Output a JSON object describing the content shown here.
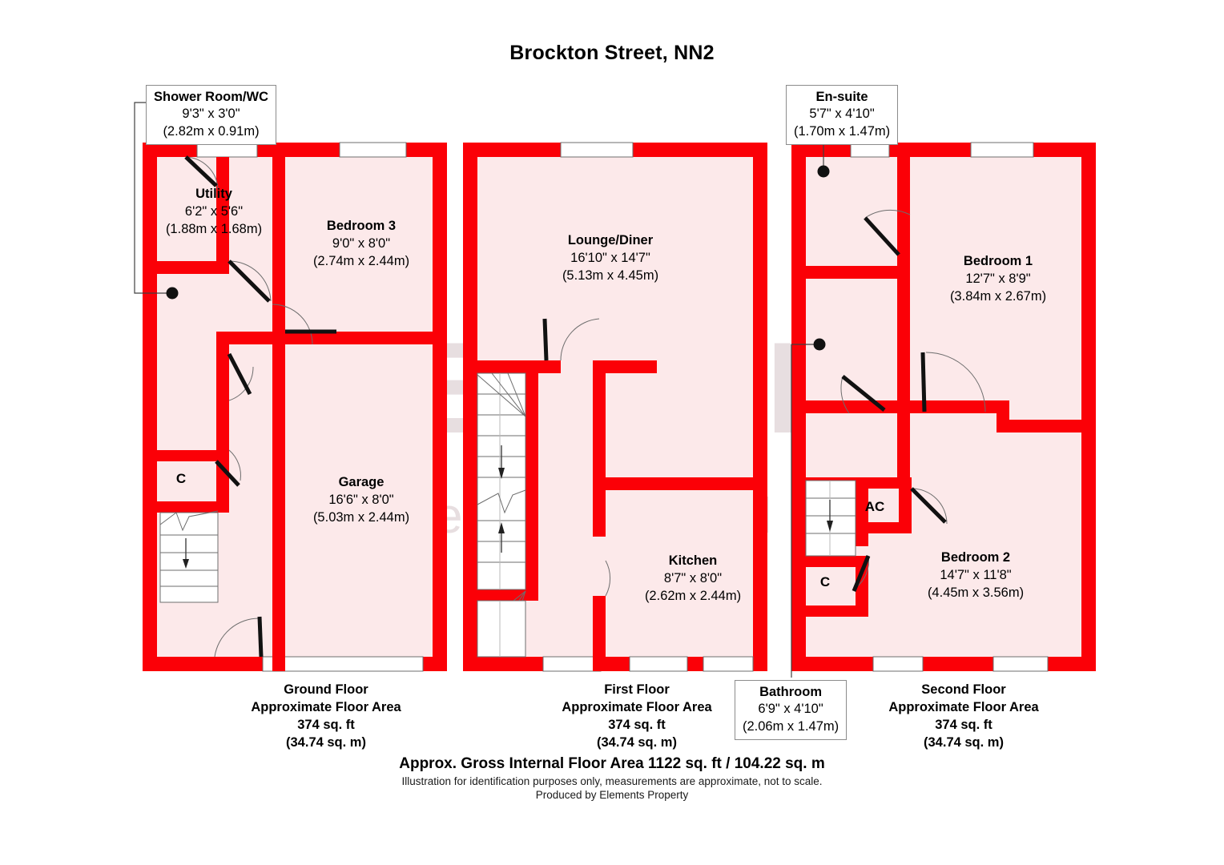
{
  "title": "Brockton Street, NN2",
  "colors": {
    "wall": "#FB0007",
    "room_fill": "#FCE9EA",
    "window": "#FFFFFF",
    "door": "#111111",
    "callout_border": "#8C8C8C",
    "watermark": "#E7DEE0",
    "text": "#000000"
  },
  "watermark": {
    "brand": "BELVOIR !",
    "tagline": "Property is personal"
  },
  "callouts": [
    {
      "id": "shower-room-wc",
      "name": "Shower Room/WC",
      "imperial": "9'3\" x 3'0\"",
      "metric": "(2.82m x 0.91m)"
    },
    {
      "id": "en-suite",
      "name": "En-suite",
      "imperial": "5'7\" x 4'10\"",
      "metric": "(1.70m x 1.47m)"
    },
    {
      "id": "bathroom",
      "name": "Bathroom",
      "imperial": "6'9\" x 4'10\"",
      "metric": "(2.06m x 1.47m)"
    }
  ],
  "rooms": [
    {
      "id": "utility",
      "name": "Utility",
      "imperial": "6'2\" x 5'6\"",
      "metric": "(1.88m x 1.68m)"
    },
    {
      "id": "bedroom-3",
      "name": "Bedroom 3",
      "imperial": "9'0\" x 8'0\"",
      "metric": "(2.74m x 2.44m)"
    },
    {
      "id": "garage",
      "name": "Garage",
      "imperial": "16'6\" x 8'0\"",
      "metric": "(5.03m x 2.44m)"
    },
    {
      "id": "lounge-diner",
      "name": "Lounge/Diner",
      "imperial": "16'10\" x 14'7\"",
      "metric": "(5.13m x 4.45m)"
    },
    {
      "id": "kitchen",
      "name": "Kitchen",
      "imperial": "8'7\" x 8'0\"",
      "metric": "(2.62m x 2.44m)"
    },
    {
      "id": "bedroom-1",
      "name": "Bedroom 1",
      "imperial": "12'7\" x 8'9\"",
      "metric": "(3.84m x 2.67m)"
    },
    {
      "id": "bedroom-2",
      "name": "Bedroom 2",
      "imperial": "14'7\" x 11'8\"",
      "metric": "(4.45m x 3.56m)"
    }
  ],
  "tags": [
    {
      "id": "cupboard-ground",
      "label": "C"
    },
    {
      "id": "airing-cupboard",
      "label": "AC"
    },
    {
      "id": "cupboard-second",
      "label": "C"
    }
  ],
  "floors": [
    {
      "id": "ground-floor",
      "name": "Ground Floor",
      "area_caption": "Approximate Floor Area",
      "area_sqft": "374 sq. ft",
      "area_sqm": "(34.74 sq. m)"
    },
    {
      "id": "first-floor",
      "name": "First Floor",
      "area_caption": "Approximate Floor Area",
      "area_sqft": "374 sq. ft",
      "area_sqm": "(34.74 sq. m)"
    },
    {
      "id": "second-floor",
      "name": "Second Floor",
      "area_caption": "Approximate Floor Area",
      "area_sqft": "374 sq. ft",
      "area_sqm": "(34.74 sq. m)"
    }
  ],
  "footer": {
    "gross_area": "Approx. Gross Internal Floor Area 1122 sq. ft / 104.22 sq. m",
    "disclaimer": "Illustration for identification purposes only, measurements are approximate, not to scale.",
    "producer": "Produced by Elements Property"
  }
}
